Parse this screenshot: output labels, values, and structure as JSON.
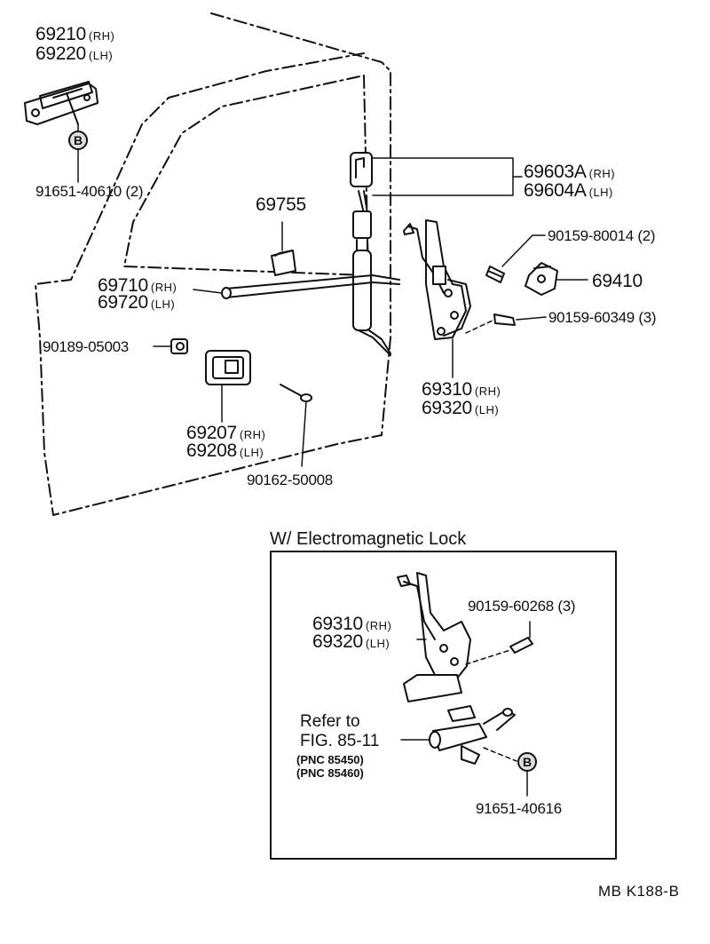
{
  "parts": {
    "p69210": "69210",
    "p69220": "69220",
    "p91651_40610": "91651-40610 (2)",
    "p69603A": "69603A",
    "p69604A": "69604A",
    "p69755": "69755",
    "p90159_80014": "90159-80014 (2)",
    "p69410": "69410",
    "p69710": "69710",
    "p69720": "69720",
    "p90159_60349": "90159-60349 (3)",
    "p90189_05003": "90189-05003",
    "p69310": "69310",
    "p69320": "69320",
    "p69207": "69207",
    "p69208": "69208",
    "p90162_50008": "90162-50008",
    "p90159_60268": "90159-60268 (3)",
    "p69310b": "69310",
    "p69320b": "69320",
    "p91651_40616": "91651-40616"
  },
  "sides": {
    "rh": "(RH)",
    "lh": "(LH)"
  },
  "bolt_marker": "B",
  "inset": {
    "title": "W/ Electromagnetic Lock",
    "refer_line1": "Refer to",
    "refer_line2": "FIG. 85-11",
    "pnc1": "(PNC 85450)",
    "pnc2": "(PNC 85460)"
  },
  "footer_code": "MB  K188-B"
}
